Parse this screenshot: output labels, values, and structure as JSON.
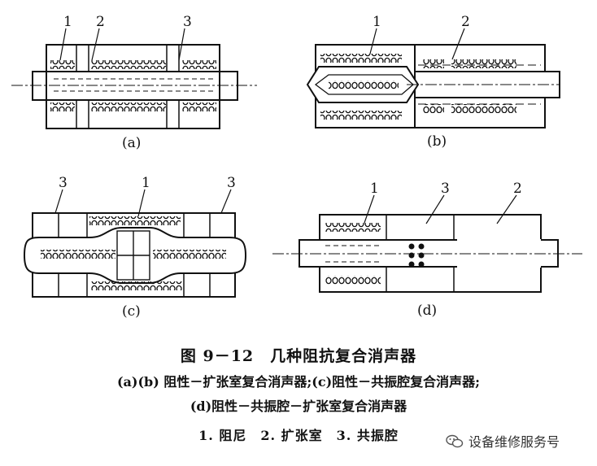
{
  "figures": {
    "a": {
      "label": "(a)",
      "callouts": [
        "1",
        "2",
        "3"
      ]
    },
    "b": {
      "label": "(b)",
      "callouts": [
        "1",
        "2"
      ]
    },
    "c": {
      "label": "(c)",
      "callouts": [
        "3",
        "1",
        "3"
      ]
    },
    "d": {
      "label": "(d)",
      "callouts": [
        "1",
        "3",
        "2"
      ]
    }
  },
  "caption": {
    "title": "图 9－12　几种阻抗复合消声器",
    "line1": "(a)(b) 阻性－扩张室复合消声器;(c)阻性－共振腔复合消声器;",
    "line2": "(d)阻性－共振腔－扩张室复合消声器",
    "legend": "1. 阻尼　2. 扩张室　3. 共振腔"
  },
  "watermark": {
    "text": "设备维修服务号",
    "icon": "wechat-icon"
  }
}
